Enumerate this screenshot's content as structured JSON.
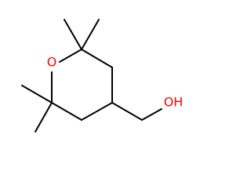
{
  "molecule": {
    "atoms": [
      {
        "id": "ring-oxygen",
        "symbol": "O",
        "label": "O",
        "color": "#ff0000"
      },
      {
        "id": "hydroxyl",
        "symbol": "OH",
        "label": "OH",
        "color": "#ff0000"
      }
    ],
    "bond_color": "#000000"
  }
}
